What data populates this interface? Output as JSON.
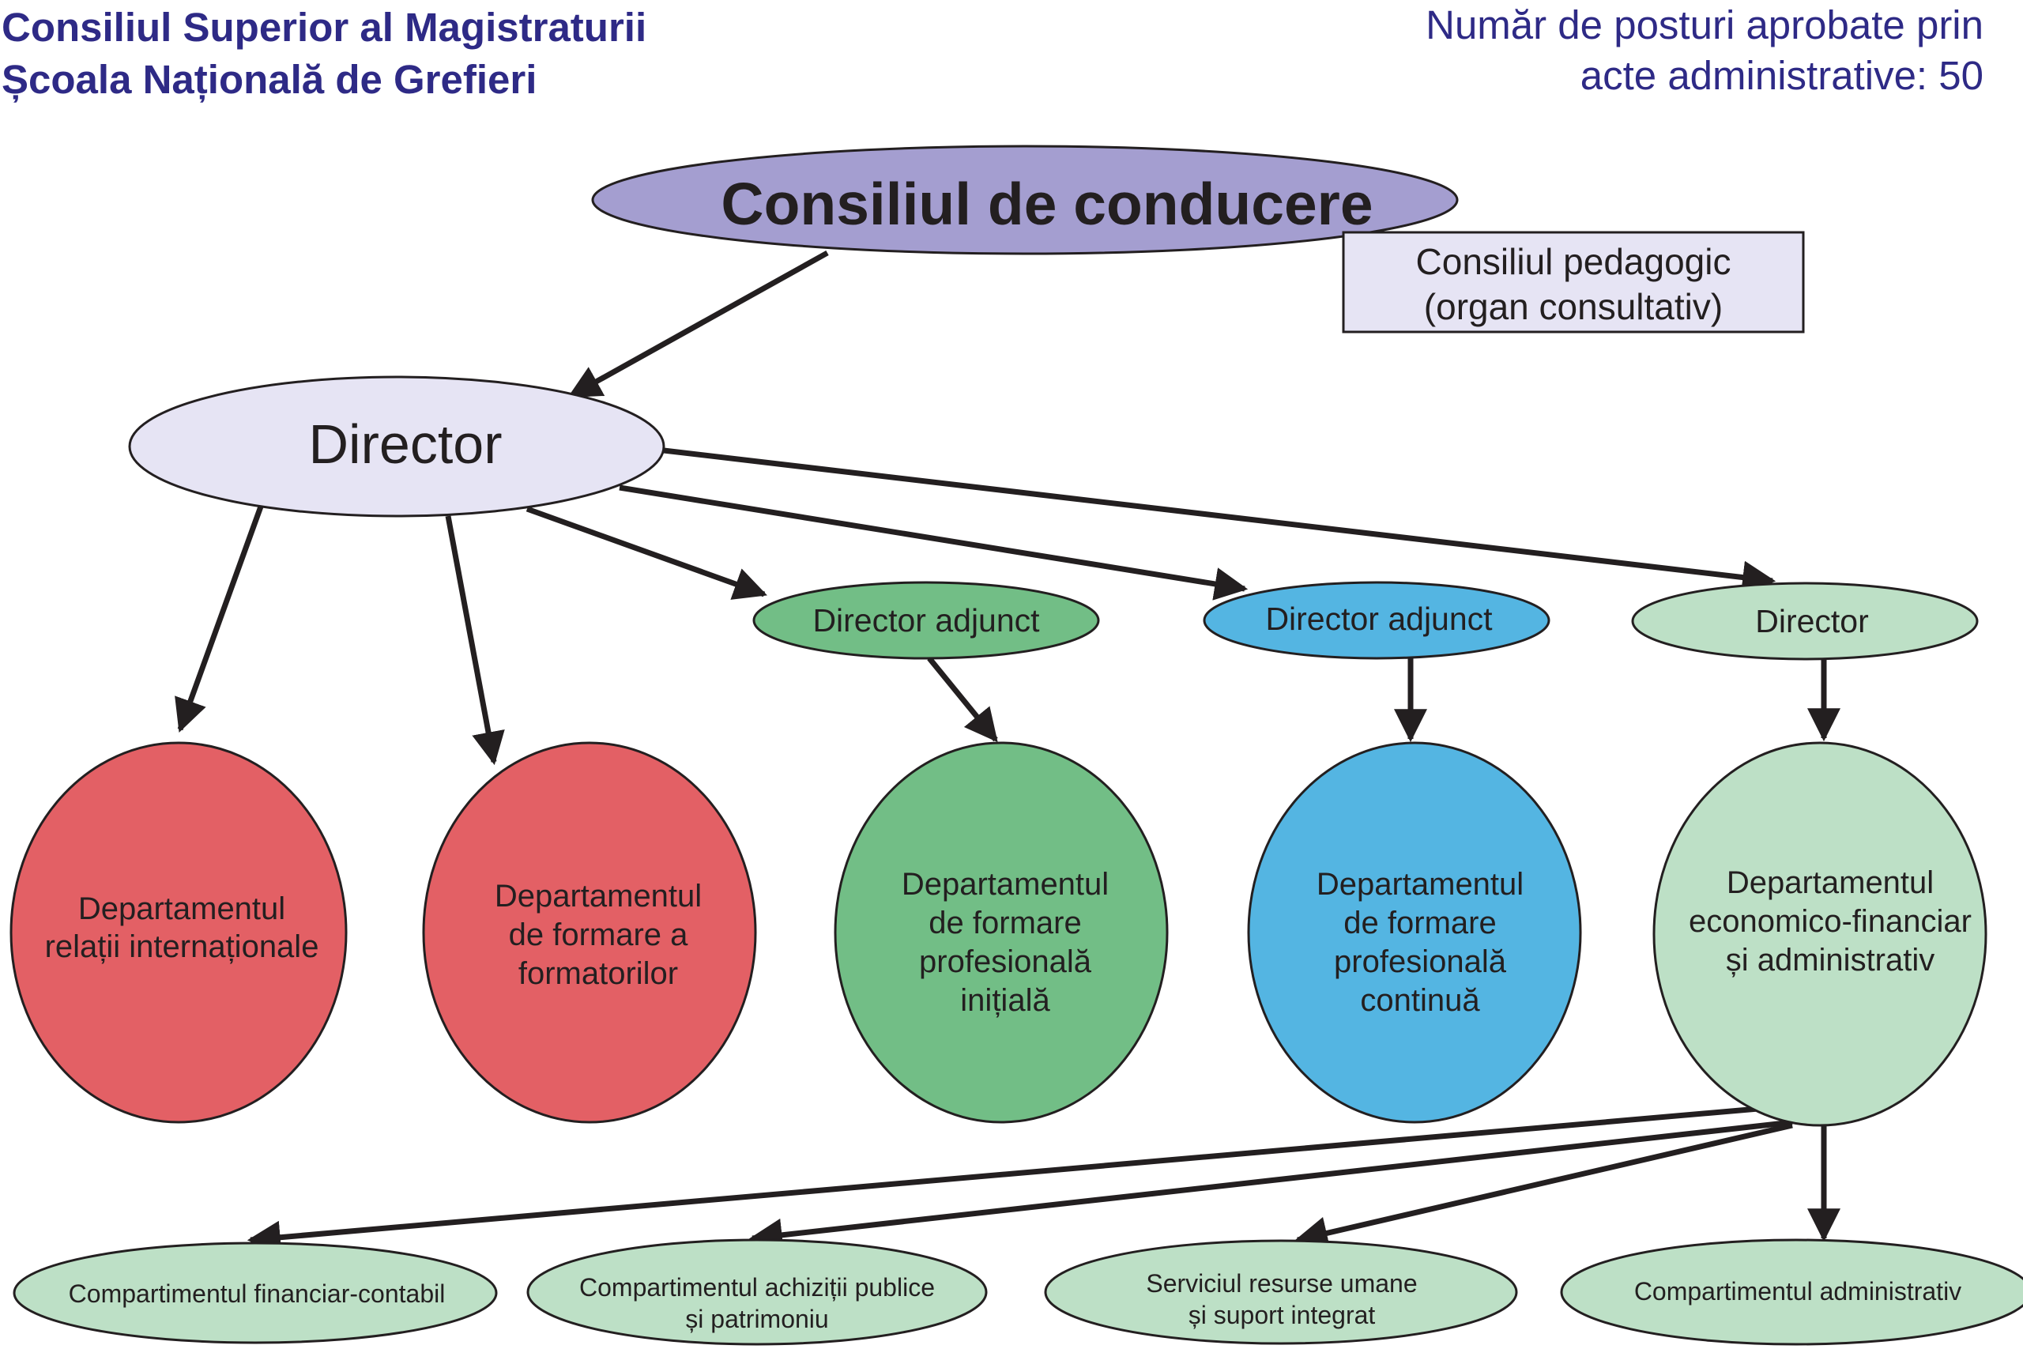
{
  "header": {
    "org_line1": "Consiliul Superior al Magistraturii",
    "org_line2": "Școala Națională de Grefieri",
    "posts_line1": "Număr de posturi aprobate prin",
    "posts_line2": "acte administrative: 50"
  },
  "nodes": {
    "consiliul_conducere": "Consiliul de conducere",
    "consiliul_pedagogic": [
      "Consiliul pedagogic",
      "(organ consultativ)"
    ],
    "director": "Director",
    "director_adjunct_1": "Director adjunct",
    "director_adjunct_2": "Director adjunct",
    "director_economic": "Director",
    "dept_relatii": [
      "Departamentul",
      "relații internaționale"
    ],
    "dept_formatori": [
      "Departamentul",
      "de formare a",
      "formatorilor"
    ],
    "dept_initiala": [
      "Departamentul",
      "de formare",
      "profesională",
      "inițială"
    ],
    "dept_continua": [
      "Departamentul",
      "de formare",
      "profesională",
      "continuă"
    ],
    "dept_economic": [
      "Departamentul",
      "economico-financiar",
      "și administrativ"
    ],
    "comp_financiar": "Compartimentul financiar-contabil",
    "comp_achizitii": [
      "Compartimentul achiziții publice",
      "și patrimoniu"
    ],
    "serv_resurse": [
      "Serviciul resurse umane",
      "și suport integrat"
    ],
    "comp_administrativ": "Compartimentul administrativ"
  },
  "colors": {
    "header_text": "#2e2a86",
    "consiliul_fill": "#a49ed0",
    "pale_lavender": "#e6e4f4",
    "red": "#e36065",
    "green": "#72be86",
    "blue": "#54b5e2",
    "light_green": "#bde0c6",
    "outline": "#231f20"
  }
}
